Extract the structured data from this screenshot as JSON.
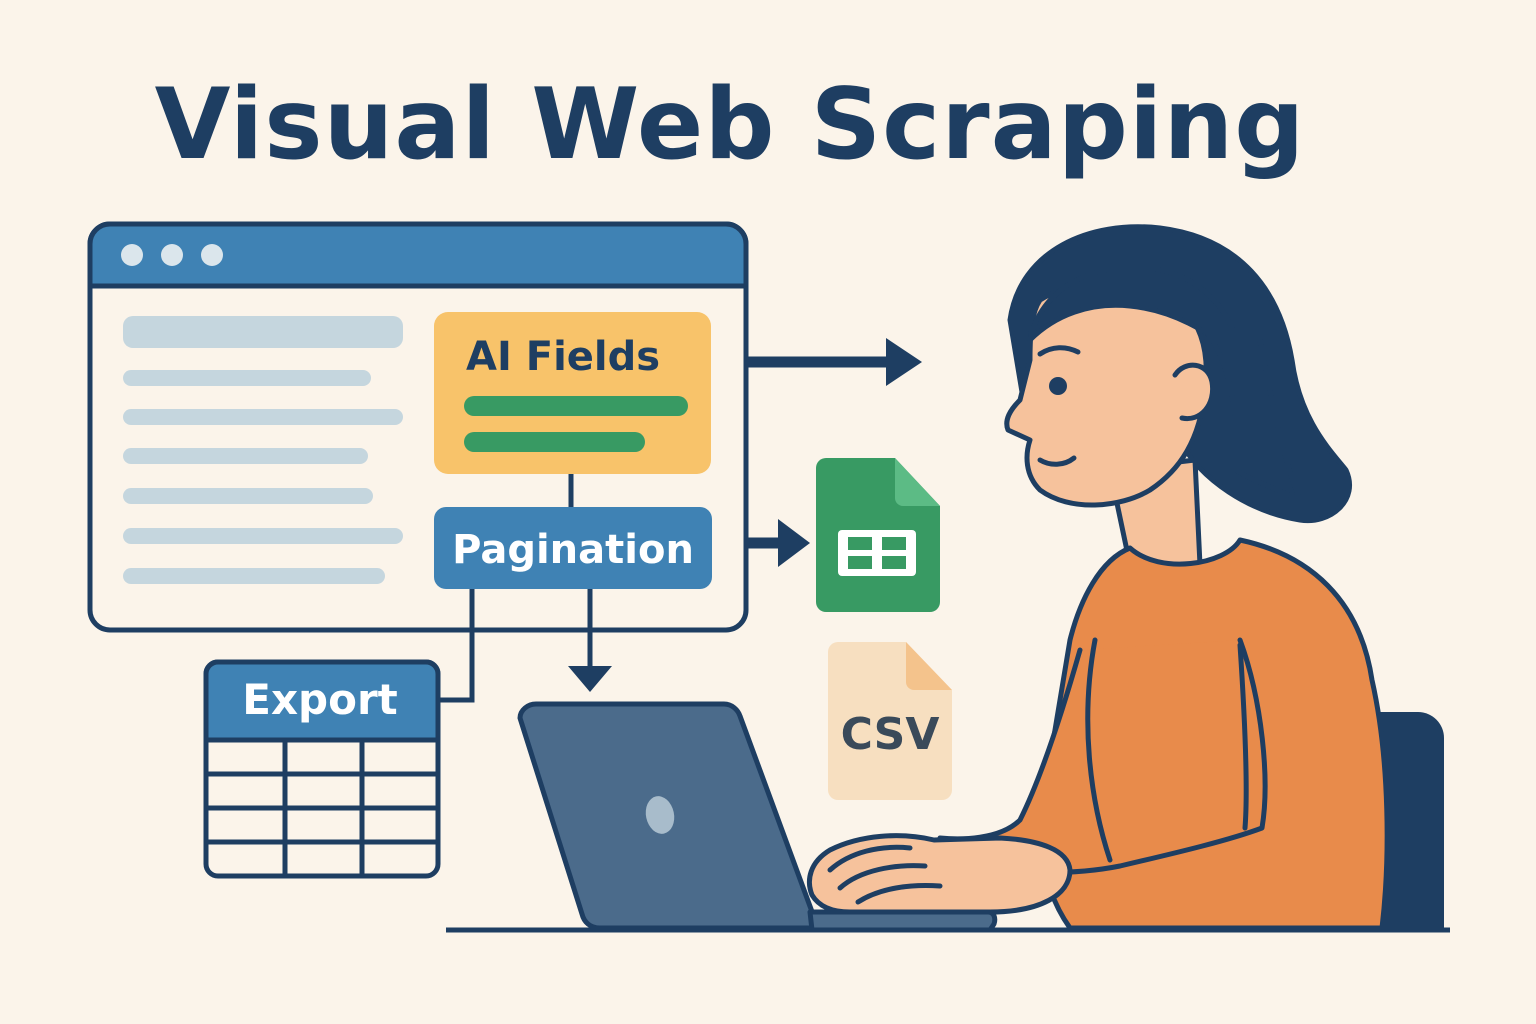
{
  "title": "Visual Web Scraping",
  "cards": {
    "ai_fields": "AI Fields",
    "pagination": "Pagination",
    "export": "Export",
    "csv": "CSV"
  },
  "colors": {
    "background": "#fbf4ea",
    "navy": "#1e3e62",
    "blue": "#3f82b4",
    "yellow": "#f8c36a",
    "green": "#389a63",
    "orange": "#e88b4b",
    "skin": "#f6c29c",
    "laptop": "#4b6b8b"
  },
  "icons": [
    "browser-window",
    "spreadsheet-icon",
    "csv-file-icon",
    "laptop",
    "person"
  ]
}
